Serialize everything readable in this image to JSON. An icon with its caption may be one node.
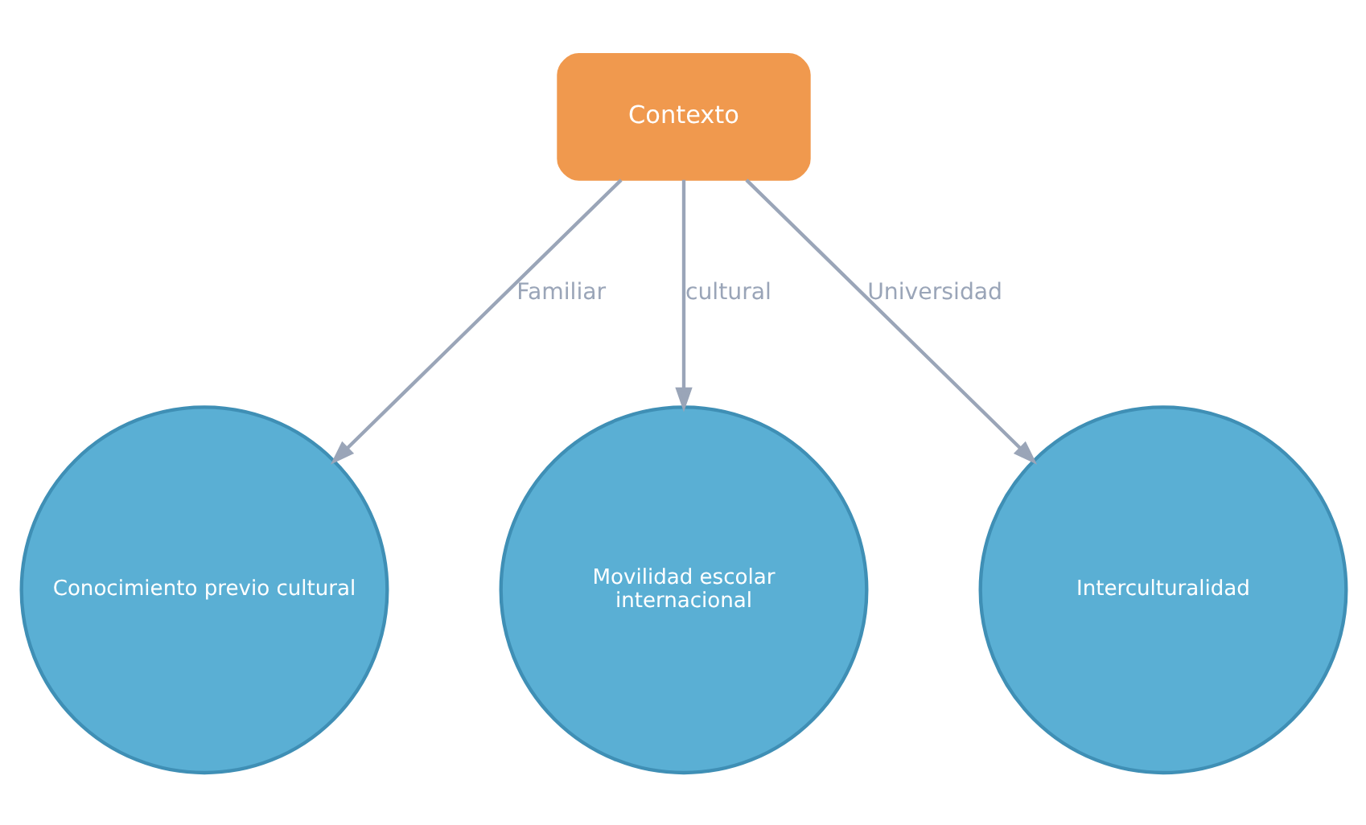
{
  "diagram": {
    "nodes": [
      {
        "text": [
          "Contexto"
        ]
      },
      {
        "text": [
          "Conocimiento previo cultural"
        ]
      },
      {
        "text": [
          "Movilidad escolar internacional"
        ]
      },
      {
        "text": [
          "Interculturalidad"
        ]
      }
    ],
    "edges": [
      {
        "from": 0,
        "to": 1,
        "arrow": "to",
        "label": "Familiar"
      },
      {
        "from": 0,
        "to": 2,
        "arrow": "to",
        "label": "cultural"
      },
      {
        "from": 0,
        "to": 3,
        "arrow": "to",
        "label": "Universidad"
      }
    ]
  }
}
